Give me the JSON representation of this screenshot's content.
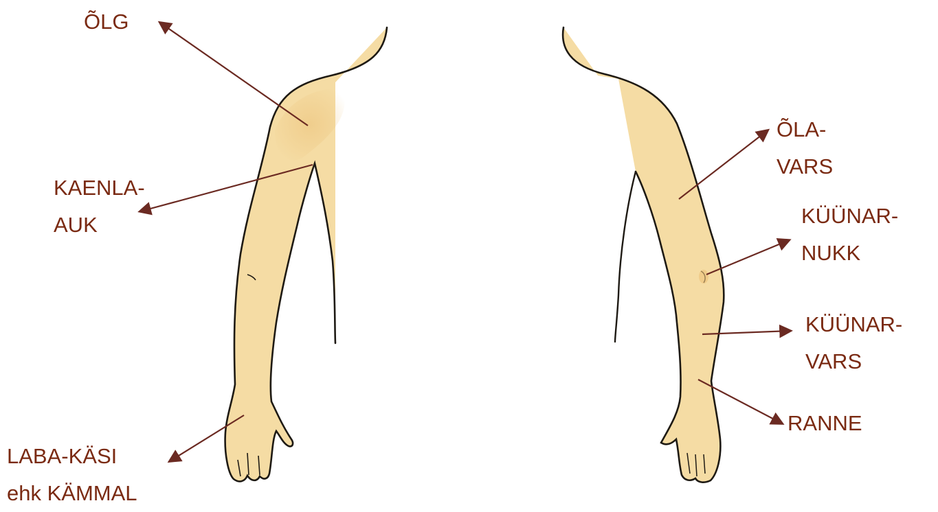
{
  "colors": {
    "label_text": "#7a2a12",
    "arrow": "#6b2a22",
    "skin": "#f5dca4",
    "skin_shade": "#ecc27a",
    "outline": "#1e1a14"
  },
  "labels": {
    "olg": [
      "ÕLG"
    ],
    "kaenla_auk": [
      "KAENLA-",
      "AUK"
    ],
    "laba_kasi": [
      "LABA-KÄSI",
      "ehk KÄMMAL"
    ],
    "ola_vars": [
      "ÕLA-",
      "VARS"
    ],
    "kuunar_nukk": [
      "KÜÜNAR-",
      "NUKK"
    ],
    "kuunar_vars": [
      "KÜÜNAR-",
      "VARS"
    ],
    "ranne": [
      "RANNE"
    ]
  }
}
